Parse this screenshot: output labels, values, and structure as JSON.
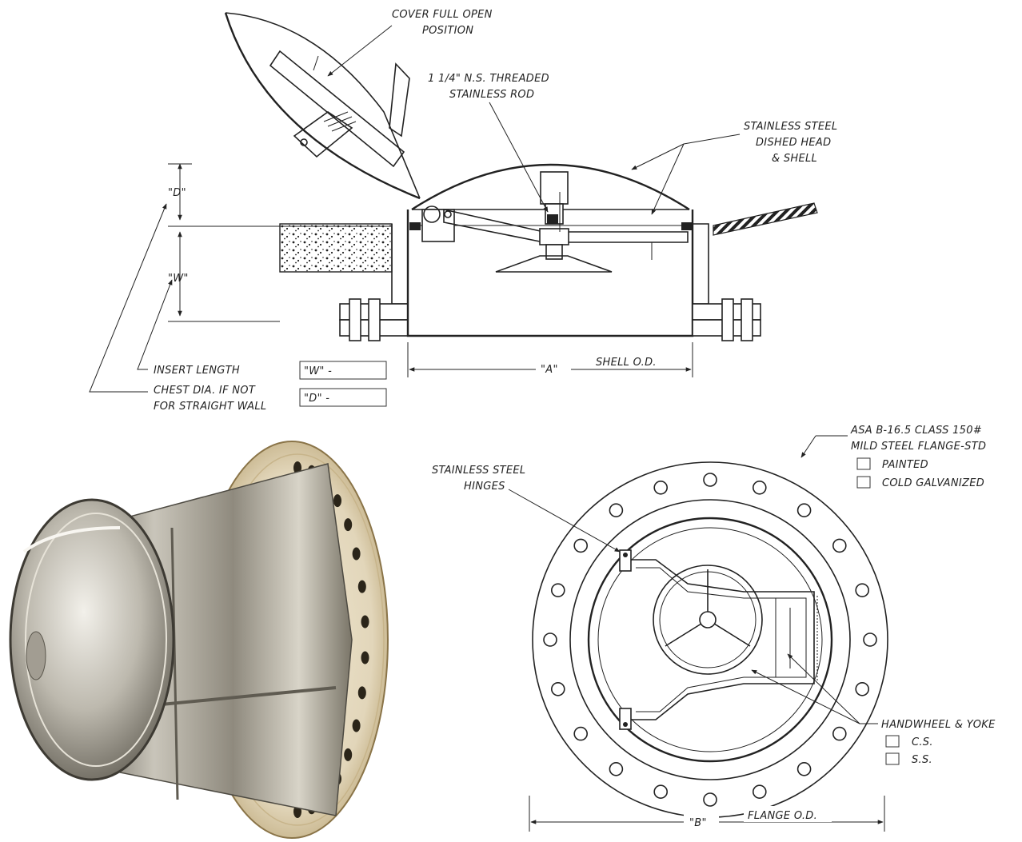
{
  "side_view": {
    "cover_label_1": "COVER FULL OPEN",
    "cover_label_2": "POSITION",
    "rod_label_1": "1 1/4\" N.S. THREADED",
    "rod_label_2": "STAINLESS ROD",
    "head_label_1": "STAINLESS STEEL",
    "head_label_2": "DISHED HEAD",
    "head_label_3": "& SHELL",
    "dim_d": "\"D\"",
    "dim_w": "\"W\"",
    "dim_a": "\"A\"",
    "shell_od": "SHELL O.D.",
    "insert_length": "INSERT LENGTH",
    "insert_box": "\"W\" -",
    "chest_dia_1": "CHEST DIA. IF NOT",
    "chest_dia_2": "FOR STRAIGHT WALL",
    "chest_box": "\"D\" -"
  },
  "top_view": {
    "flange_label_1": "ASA B-16.5 CLASS 150#",
    "flange_label_2": "MILD STEEL FLANGE-STD",
    "option_painted": "PAINTED",
    "option_galvanized": "COLD GALVANIZED",
    "hinges_label_1": "STAINLESS STEEL",
    "hinges_label_2": "HINGES",
    "handwheel_label": "HANDWHEEL & YOKE",
    "option_cs": "C.S.",
    "option_ss": "S.S.",
    "dim_b": "\"B\"",
    "flange_od": "FLANGE O.D."
  }
}
